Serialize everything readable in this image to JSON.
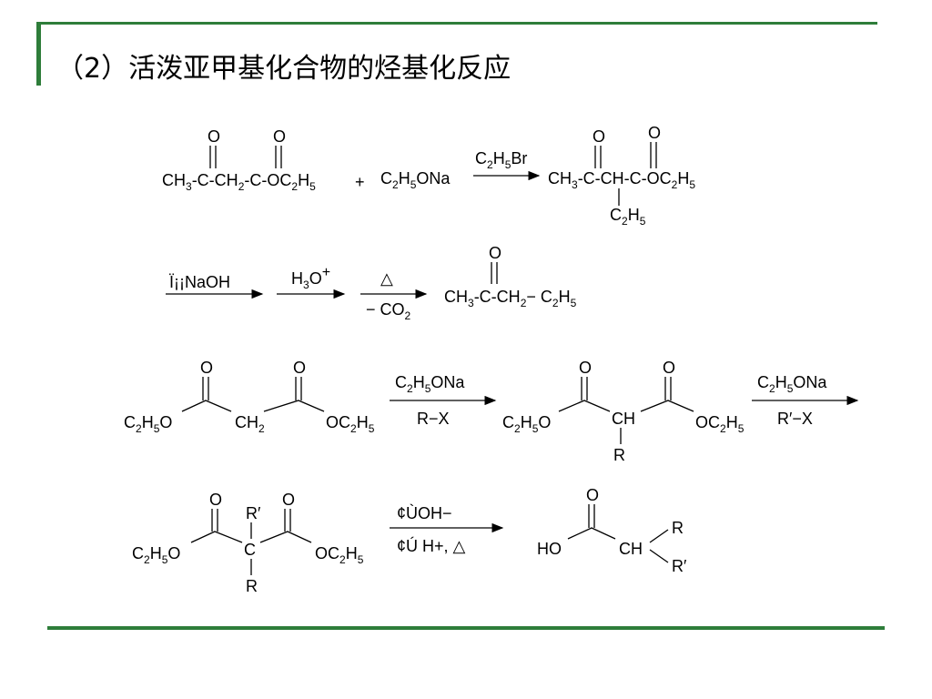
{
  "page": {
    "title": "（2）活泼亚甲基化合物的烃基化反应",
    "colors": {
      "accent": "#2e7d3a",
      "text": "#000000",
      "background": "#ffffff"
    }
  },
  "reaction1": {
    "reactant": "CH3-C-CH2-C-OC2H5",
    "plus": "+",
    "reagent": "C2H5ONa",
    "condition": "C2H5Br",
    "product": "CH3-C-CH-C-OC2H5",
    "product_substituent": "C2H5",
    "oxygen": "O"
  },
  "reaction2": {
    "step1": "Ï¡¡NaOH",
    "step2": "H3O+",
    "step3_heat": "△",
    "step3_loss": "− CO2",
    "product": "CH3-C-CH2− C2H5"
  },
  "reaction3": {
    "left_group": "C2H5O",
    "center": "CH2",
    "right_group": "OC2H5",
    "condition_top": "C2H5ONa",
    "condition_bottom": "R−X",
    "product_center": "CH",
    "product_substituent": "R",
    "condition2_top": "C2H5ONa",
    "condition2_bottom": "R′−X"
  },
  "reaction4": {
    "center": "C",
    "sub_top": "R′",
    "sub_bottom": "R",
    "condition_top": "¢ÙOH−",
    "condition_bottom": "¢Ú H+, △",
    "acid_ho": "HO",
    "acid_ch": "CH",
    "acid_r1": "R",
    "acid_r2": "R′"
  }
}
